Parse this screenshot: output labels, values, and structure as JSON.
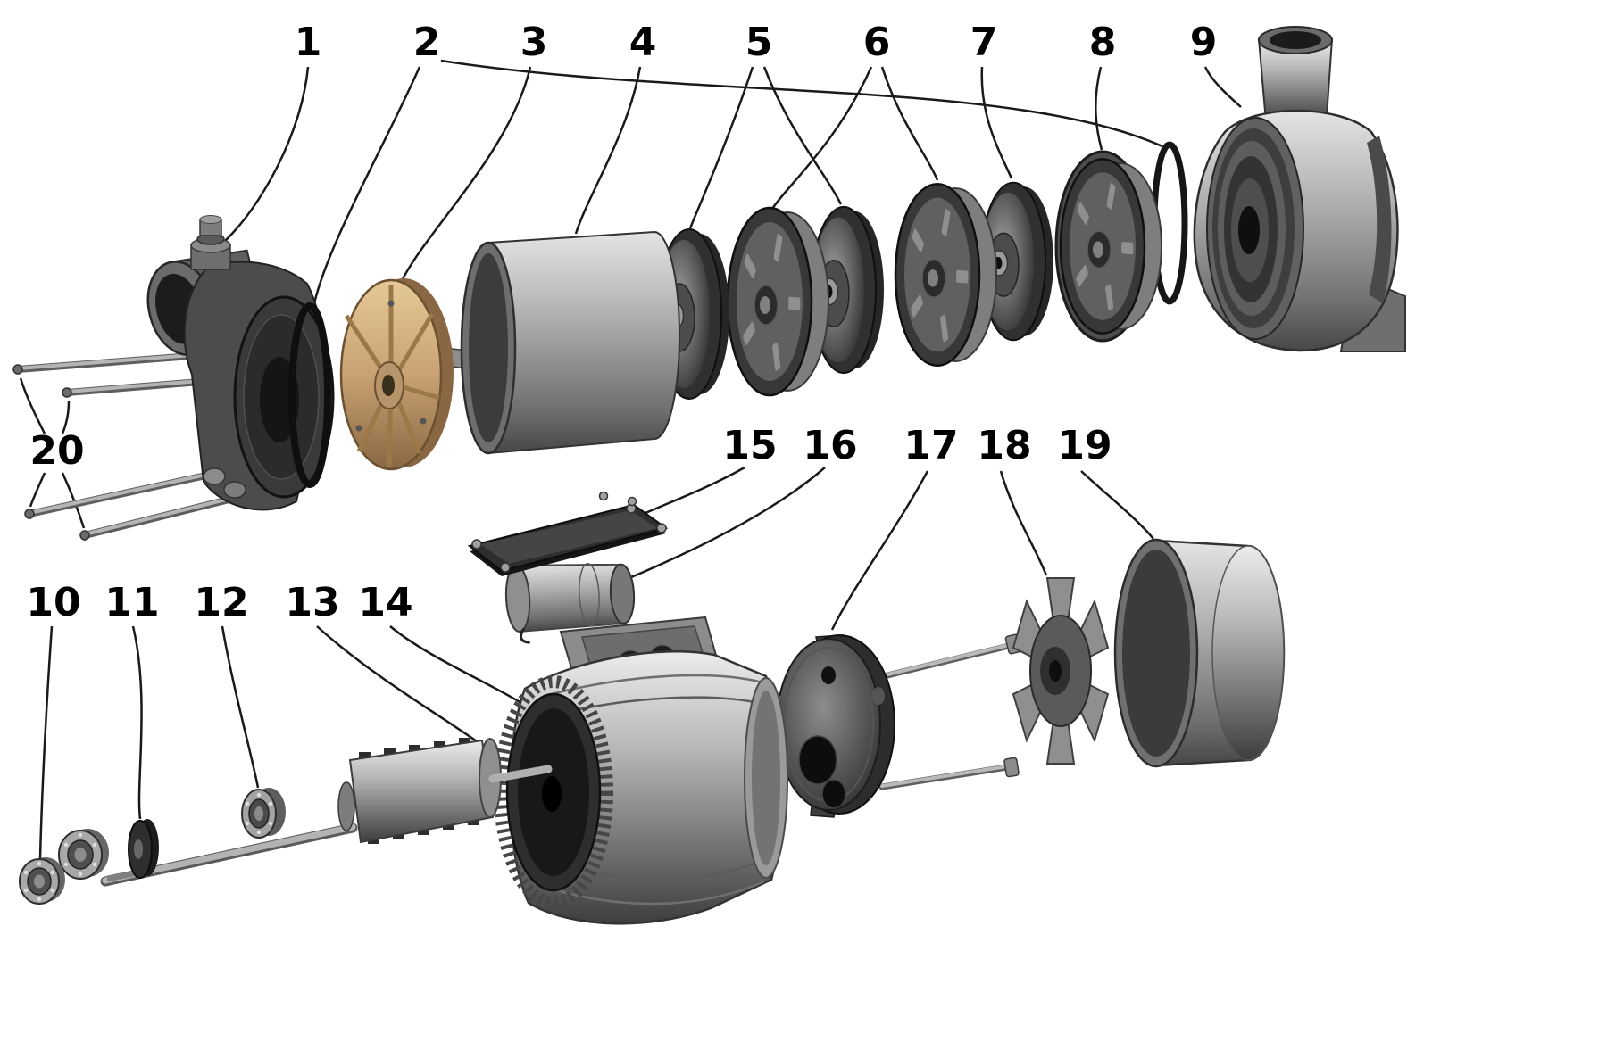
{
  "colors": {
    "background": "#ffffff",
    "label": "#000000",
    "leader": "#1a1a1a",
    "tan_light": "#e6c997",
    "tan_mid": "#c9a273",
    "tan_dark": "#8a6743"
  },
  "labels": [
    "1",
    "2",
    "3",
    "4",
    "5",
    "6",
    "7",
    "8",
    "9",
    "10",
    "11",
    "12",
    "13",
    "14",
    "15",
    "16",
    "17",
    "18",
    "19",
    "20"
  ]
}
